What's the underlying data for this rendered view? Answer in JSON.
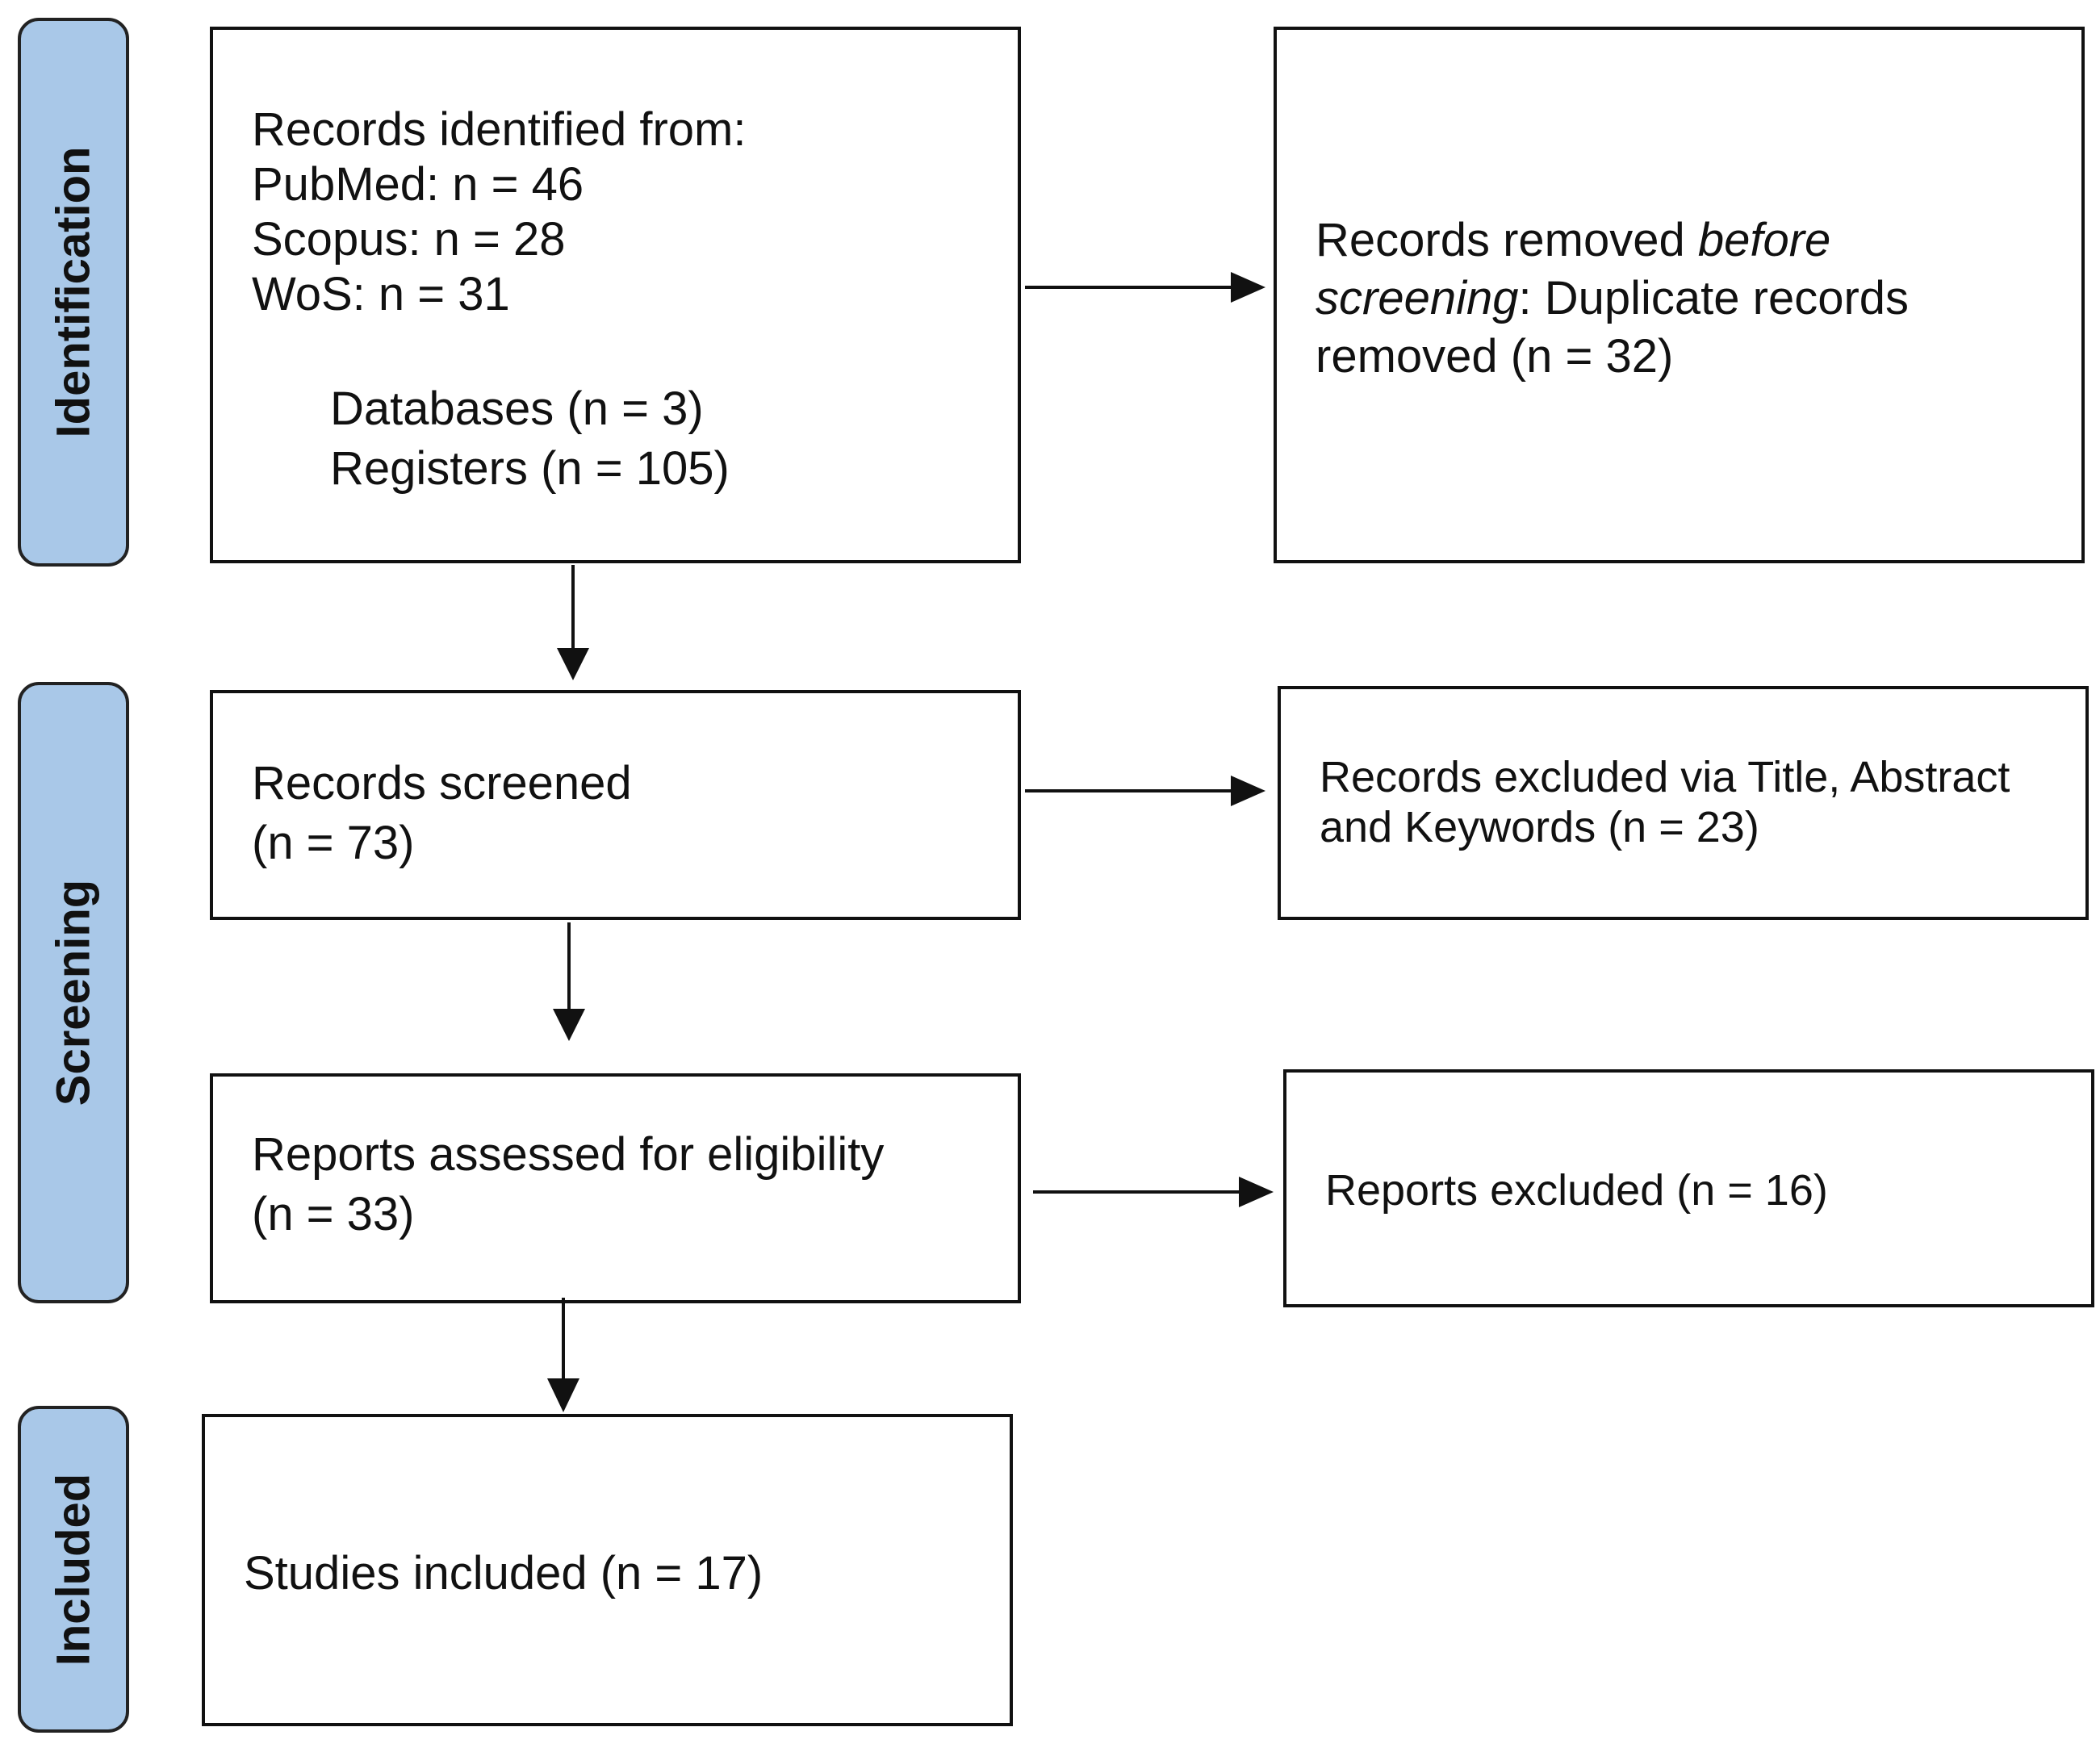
{
  "phases": {
    "identification": "Identification",
    "screening": "Screening",
    "included": "Included"
  },
  "identified": {
    "heading": "Records identified from:",
    "pubmed": "PubMed: n = 46",
    "scopus": "Scopus: n = 28",
    "wos": "WoS: n = 31",
    "databases": "Databases (n = 3)",
    "registers": "Registers (n = 105)"
  },
  "removed": {
    "part1": "Records removed ",
    "part2_italic": "before",
    "part3_italic": "screening",
    "part4": ": Duplicate records",
    "part5": "removed (n = 32)"
  },
  "screened": {
    "line1": "Records screened",
    "line2": "(n = 73)"
  },
  "excluded_screen": {
    "text": "Records excluded via Title, Abstract and Keywords (n = 23)"
  },
  "assessed": {
    "line1": "Reports assessed for eligibility",
    "line2": "(n = 33)"
  },
  "excluded_reports": {
    "text": "Reports excluded (n = 16)"
  },
  "included": {
    "text": "Studies included (n = 17)"
  },
  "colors": {
    "phase_fill": "#a9c8e8",
    "border": "#111111"
  }
}
